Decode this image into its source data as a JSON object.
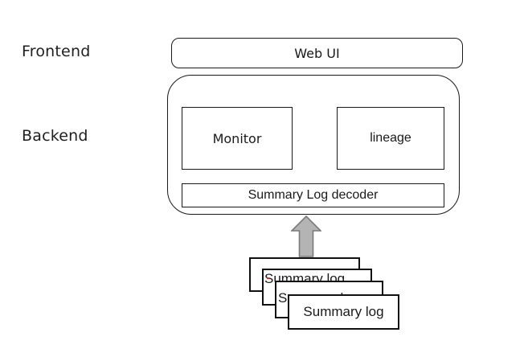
{
  "diagram": {
    "title_labels": {
      "frontend": "Frontend",
      "backend": "Backend"
    },
    "frontend": {
      "web_ui_label": "Web UI"
    },
    "backend": {
      "monitor_label": "Monitor",
      "lineage_label": "lineage",
      "decoder_label": "Summary Log decoder"
    },
    "log_stack": {
      "card_label": "Summary log",
      "card_count": 4
    },
    "arrow": {
      "direction": "up",
      "fill": "#b4b4b4",
      "stroke": "#7a7a7a"
    },
    "colors": {
      "background": "#ffffff",
      "line": "#1a1a1a",
      "text": "#1a1a1a",
      "artifact_red": "#cf3a28"
    }
  }
}
